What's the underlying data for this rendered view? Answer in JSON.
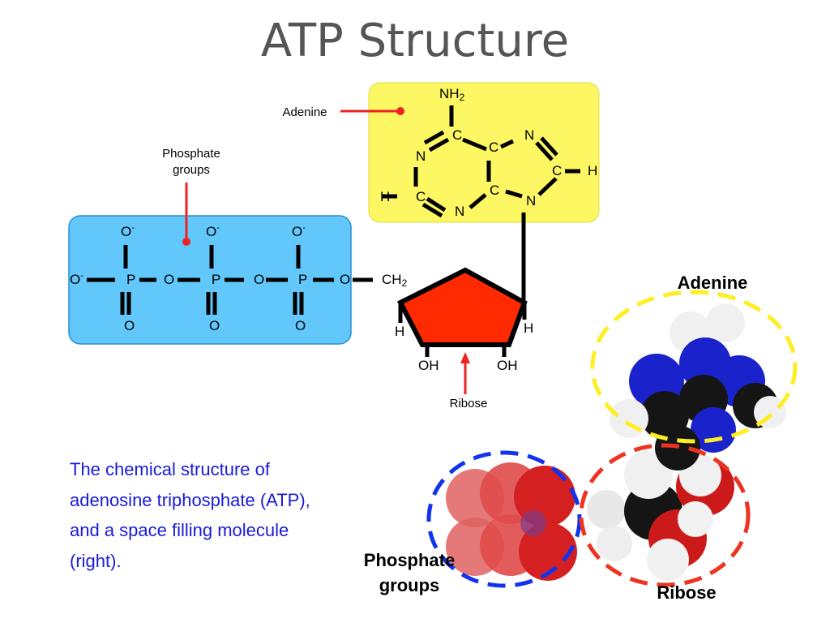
{
  "title": "ATP Structure",
  "caption": {
    "line1": "The chemical structure of",
    "line2": "adenosine triphosphate (ATP),",
    "line3": "and a space filling molecule",
    "line4": "(right)."
  },
  "structure_labels": {
    "adenine": "Adenine",
    "phosphate_line1": "Phosphate",
    "phosphate_line2": "groups",
    "ribose": "Ribose"
  },
  "model_labels": {
    "adenine": "Adenine",
    "phosphate_line1": "Phosphate",
    "phosphate_line2": "groups",
    "ribose": "Ribose"
  },
  "atoms": {
    "nh2": "NH",
    "nh2_sub": "2",
    "ch2": "CH",
    "ch2_sub": "2",
    "c": "C",
    "n": "N",
    "h": "H",
    "o": "O",
    "p": "P",
    "oh": "OH",
    "minus": "-"
  },
  "colors": {
    "adenine_box": "#fcf762",
    "phosphate_box": "#62c8fb",
    "ribose_ring": "#ff2a00",
    "pointer": "#ee2222",
    "adenine_circle": "#ffee22",
    "phosphate_circle": "#1133ee",
    "ribose_circle": "#ee3322",
    "caption_text": "#1a1ad6"
  }
}
